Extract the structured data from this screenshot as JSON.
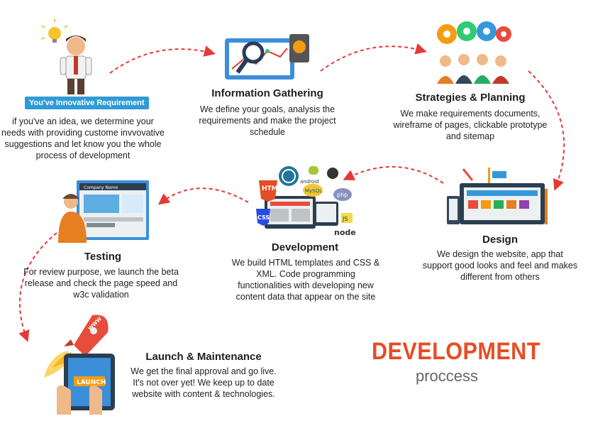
{
  "badge": "You've Innovative Requirement",
  "intro_text": "if you've an idea, we determine your needs with providing custome invvovative suggestions and let know you the whole process of development",
  "steps": [
    {
      "title": "Information Gathering",
      "desc": "We define your goals, analysis the requirements and make the project schedule"
    },
    {
      "title": "Strategies & Planning",
      "desc": "We make requirements documents, wireframe of pages, clickable prototype and sitemap"
    },
    {
      "title": "Design",
      "desc": "We design the website, app that support good looks and feel and makes different from others"
    },
    {
      "title": "Development",
      "desc": "We build HTML templates and CSS & XML. Code programming functionalities with developing new content data that appear on the site"
    },
    {
      "title": "Testing",
      "desc": "For review purpose, we launch the beta release and check the page speed and w3c validation"
    },
    {
      "title": "Launch & Maintenance",
      "desc": "We get the final approval and go live. It's not over yet! We keep up to date website with content & technologies."
    }
  ],
  "brand": {
    "title": "DEVELOPMENT",
    "subtitle": "proccess"
  },
  "illustration_text": {
    "launch": "LAUNCH",
    "rocket": "WWW",
    "company": "Company Name",
    "html5": "HTML",
    "css3": "CSS",
    "android": "android",
    "php": "php",
    "js": "JS",
    "node": "node",
    "mysql": "MySQL"
  },
  "colors": {
    "accent": "#e84c25",
    "arrow": "#e53935",
    "badge": "#2f9bd6"
  },
  "icons": [
    "lightbulb-icon",
    "analytics-icon",
    "gears-icon",
    "design-icon",
    "code-icon",
    "testing-icon",
    "rocket-icon"
  ]
}
